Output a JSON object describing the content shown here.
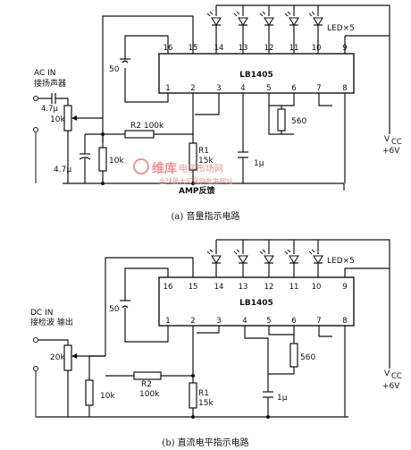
{
  "watermark": {
    "logo_text": "维库",
    "site_text": "电子市场网",
    "slogan": "全球最大IC采购批发网站"
  },
  "circuit_a": {
    "chip": "LB1405",
    "led_label": "LED×5",
    "input_label_1": "AC   IN",
    "input_label_2": "接扬声器",
    "cap_in": "4.7μ",
    "pot": "10k",
    "cap_gnd": "4.7μ",
    "r2": "R2  100k",
    "r_10k": "10k",
    "r1": "R1",
    "r1_val": "15k",
    "cap_50": "50",
    "r_560": "560",
    "cap_1u": "1μ",
    "vcc": "V",
    "vcc_sub": "CC",
    "vcc_val": "+6V",
    "amp_fb": "AMP反馈",
    "pins_top": [
      "16",
      "15",
      "14",
      "13",
      "12",
      "11",
      "10",
      "9"
    ],
    "pins_bottom": [
      "1",
      "2",
      "3",
      "4",
      "5",
      "6",
      "7",
      "8"
    ],
    "caption": "(a) 音量指示电路"
  },
  "circuit_b": {
    "chip": "LB1405",
    "led_label": "LED×5",
    "input_label_1": "DC      IN",
    "input_label_2": "接检波    输出",
    "pot": "20k",
    "r2": "R2",
    "r2_val": "100k",
    "r_10k": "10k",
    "r1": "R1",
    "r1_val": "15k",
    "cap_50": "50",
    "r_560": "560",
    "cap_1u": "1μ",
    "vcc": "V",
    "vcc_sub": "CC",
    "vcc_val": "+6V",
    "pins_top": [
      "16",
      "15",
      "14",
      "13",
      "12",
      "11",
      "10",
      "9"
    ],
    "pins_bottom": [
      "1",
      "2",
      "3",
      "4",
      "5",
      "6",
      "7",
      "8"
    ],
    "caption": "(b) 直流电平指示电路"
  }
}
